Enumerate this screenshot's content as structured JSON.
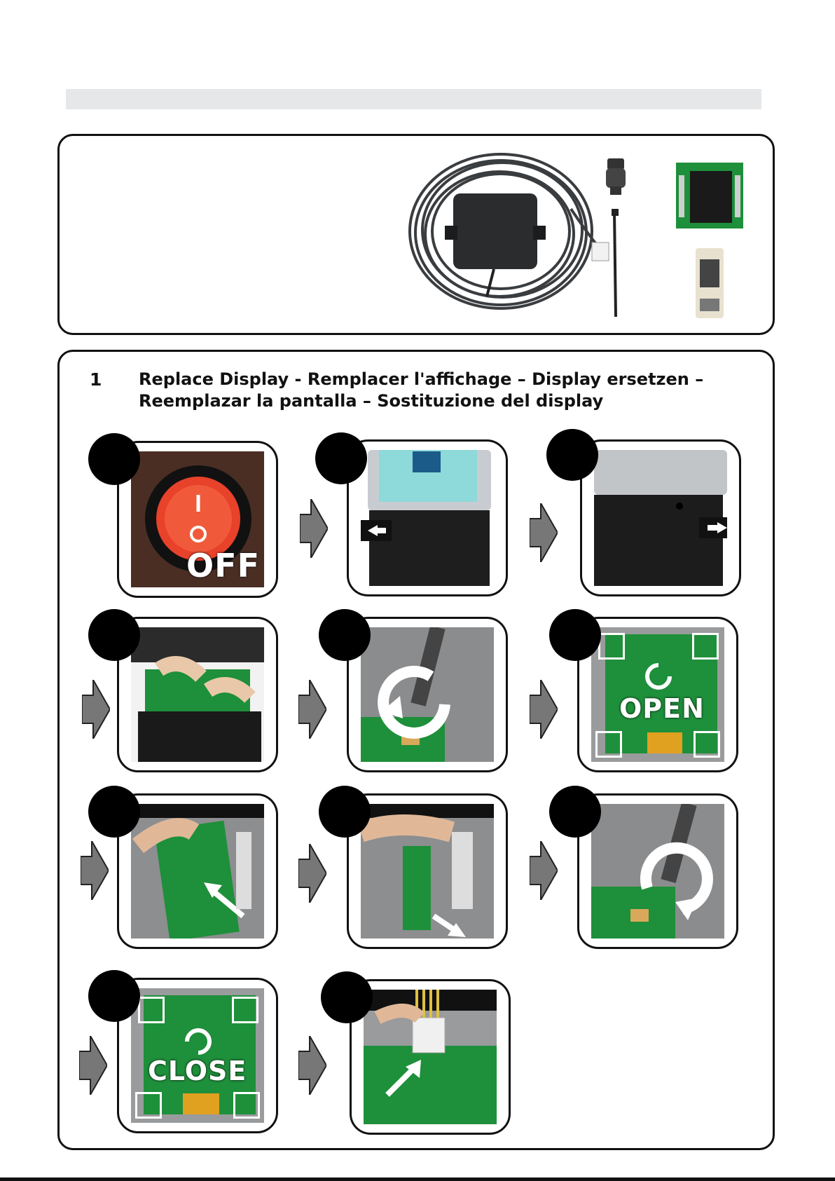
{
  "step": {
    "number": "1",
    "title_line1": "Replace Display - Remplacer l'affichage – Display ersetzen –",
    "title_line2": "Reemplazar la pantalla – Sostituzione del display"
  },
  "overlays": {
    "off": "OFF",
    "open": "OPEN",
    "close": "CLOSE"
  },
  "colors": {
    "switch_red": "#e8422a",
    "pcb_green": "#1e8f3a",
    "arrow_gray": "#777777"
  }
}
